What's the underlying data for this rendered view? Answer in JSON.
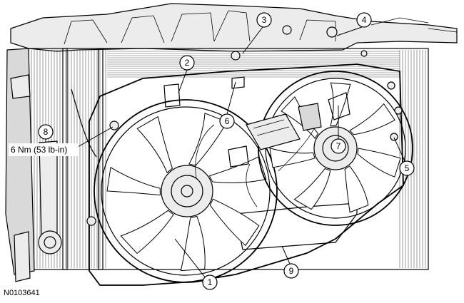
{
  "callouts": [
    "1",
    "2",
    "3",
    "4",
    "5",
    "6",
    "7",
    "8",
    "9"
  ],
  "torque_label": "6 Nm (53 lb-in)",
  "figure_id": "N0103641"
}
